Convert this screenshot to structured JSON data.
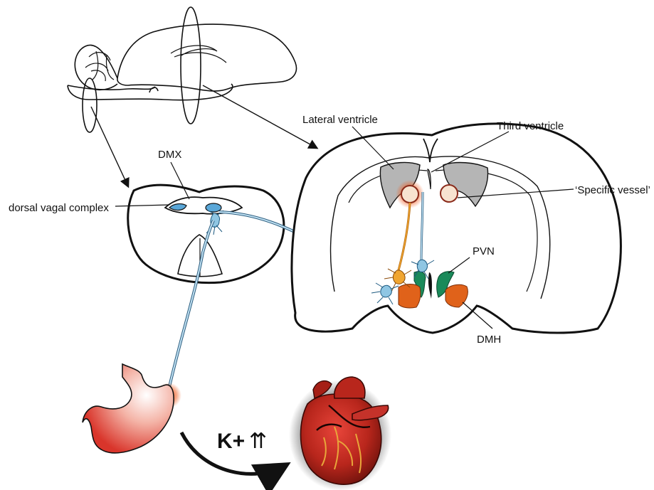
{
  "labels": {
    "dmx": "DMX",
    "dorsal_vagal_complex": "dorsal vagal complex",
    "lateral_ventricle": "Lateral ventricle",
    "third_ventricle": "Third ventricle",
    "specific_vessel": "‘Specific vessel’",
    "pvn": "PVN",
    "dmh": "DMH",
    "potassium": "K+",
    "arrows": "⇈"
  },
  "colors": {
    "outline": "#111111",
    "ventricle_gray": "#b5b5b5",
    "pvn_green": "#1a8a5a",
    "dmh_orange": "#e0621a",
    "neuron_blue": "#8fc6e3",
    "neuron_orange": "#f0a530",
    "vessel_glow": "#f05a1e",
    "stomach_red": "#d9352b",
    "heart_red": "#b8261c"
  },
  "icons": {
    "stomach": "stomach-icon",
    "heart": "heart-icon"
  }
}
